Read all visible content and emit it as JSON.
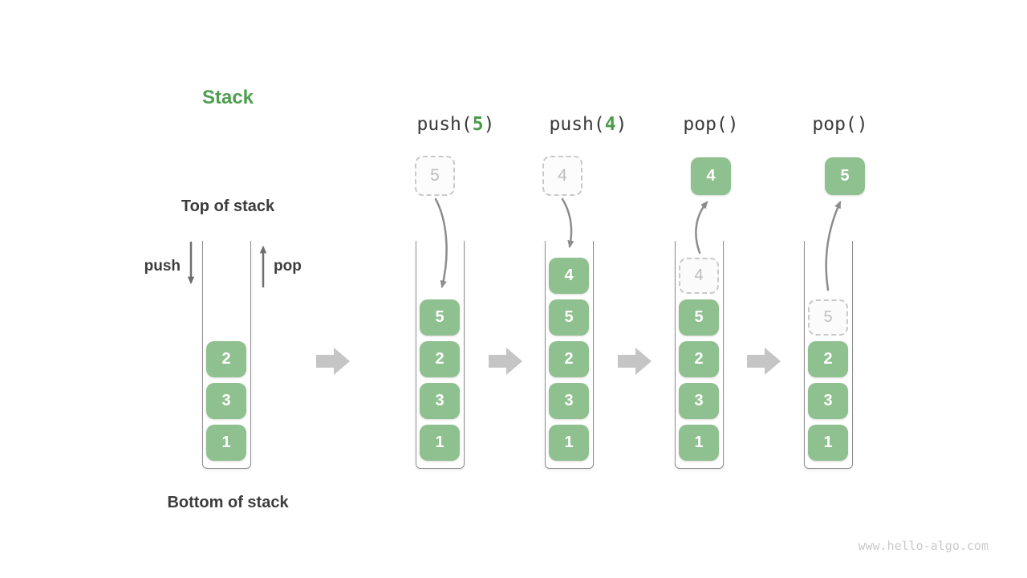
{
  "page": {
    "title": "Stack",
    "watermark": "www.hello-algo.com",
    "colors": {
      "box_green": "#8FC08F",
      "accent_green": "#4F9D4F",
      "dark_text": "#3C3C3C",
      "ghost_border": "#C9C9C9",
      "ghost_text": "#BDBDBD",
      "container_border": "#8E8E8E",
      "curved_arrow": "#8C8C8C",
      "straight_arrow": "#6E6E6E",
      "block_arrow": "#C5C5C5"
    }
  },
  "legend": {
    "top_label": "Top of stack",
    "bottom_label": "Bottom of stack",
    "push_label": "push",
    "pop_label": "pop"
  },
  "demo_stack": {
    "items": [
      "2",
      "3",
      "1"
    ]
  },
  "operations": [
    {
      "label": {
        "prefix": "push(",
        "arg": "5",
        "suffix": ")"
      },
      "floating": "5",
      "floating_style": "ghost",
      "stack": [
        "5",
        "2",
        "3",
        "1"
      ]
    },
    {
      "label": {
        "prefix": "push(",
        "arg": "4",
        "suffix": ")"
      },
      "floating": "4",
      "floating_style": "ghost",
      "stack": [
        "4",
        "5",
        "2",
        "3",
        "1"
      ]
    },
    {
      "label": {
        "prefix": "pop()",
        "arg": "",
        "suffix": ""
      },
      "floating": "4",
      "floating_style": "solid",
      "stack": [
        "4",
        "5",
        "2",
        "3",
        "1"
      ],
      "ghost_index": 0
    },
    {
      "label": {
        "prefix": "pop()",
        "arg": "",
        "suffix": ""
      },
      "floating": "5",
      "floating_style": "solid",
      "stack": [
        "5",
        "2",
        "3",
        "1"
      ],
      "ghost_index": 0
    }
  ]
}
